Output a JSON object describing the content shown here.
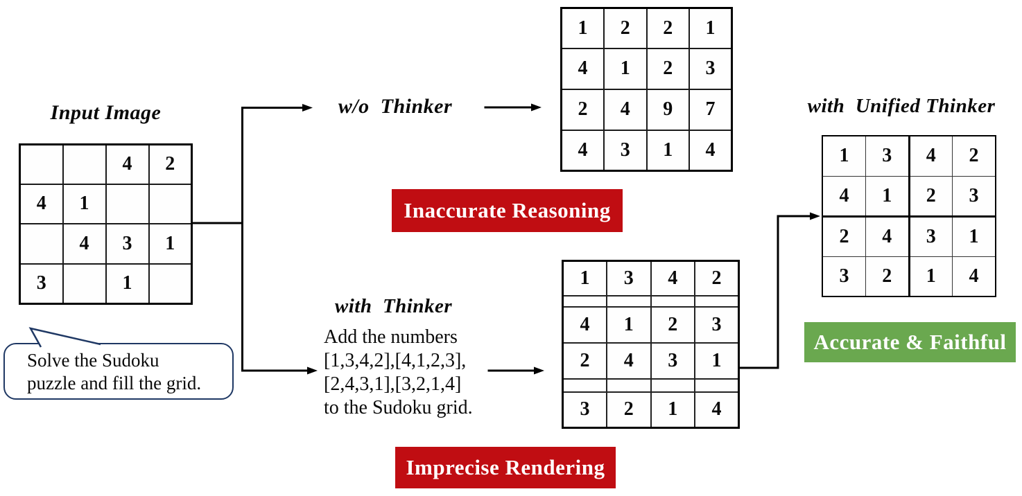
{
  "input_section": {
    "title": "Input Image",
    "prompt_line1": "Solve the Sudoku",
    "prompt_line2": "puzzle and fill the grid."
  },
  "branches": {
    "wo_thinker_label": "w/o  Thinker",
    "with_thinker_label": "with  Thinker",
    "unified_thinker_label": "with  Unified Thinker",
    "thinker_text_line1": "Add the numbers",
    "thinker_text_line2": "[1,3,4,2],[4,1,2,3],",
    "thinker_text_line3": "[2,4,3,1],[3,2,1,4]",
    "thinker_text_line4": "to the Sudoku grid."
  },
  "grids": {
    "input": [
      [
        "",
        "",
        "4",
        "2"
      ],
      [
        "4",
        "1",
        "",
        ""
      ],
      [
        "",
        "4",
        "3",
        "1"
      ],
      [
        "3",
        "",
        "1",
        ""
      ]
    ],
    "wo_thinker": [
      [
        "1",
        "2",
        "2",
        "1"
      ],
      [
        "4",
        "1",
        "2",
        "3"
      ],
      [
        "2",
        "4",
        "9",
        "7"
      ],
      [
        "4",
        "3",
        "1",
        "4"
      ]
    ],
    "with_thinker": [
      [
        "1",
        "3",
        "4",
        "2"
      ],
      [
        "4",
        "1",
        "2",
        "3"
      ],
      [
        "2",
        "4",
        "3",
        "1"
      ],
      [
        "3",
        "2",
        "1",
        "4"
      ]
    ],
    "unified": [
      [
        "1",
        "3",
        "4",
        "2"
      ],
      [
        "4",
        "1",
        "2",
        "3"
      ],
      [
        "2",
        "4",
        "3",
        "1"
      ],
      [
        "3",
        "2",
        "1",
        "4"
      ]
    ]
  },
  "badges": {
    "inaccurate_reasoning": "Inaccurate Reasoning",
    "imprecise_rendering": "Imprecise Rendering",
    "accurate_faithful": "Accurate & Faithful"
  },
  "colors": {
    "badge_red": "#c00d12",
    "badge_green": "#6aa84f",
    "bubble_border": "#1f3864",
    "line": "#000000"
  }
}
